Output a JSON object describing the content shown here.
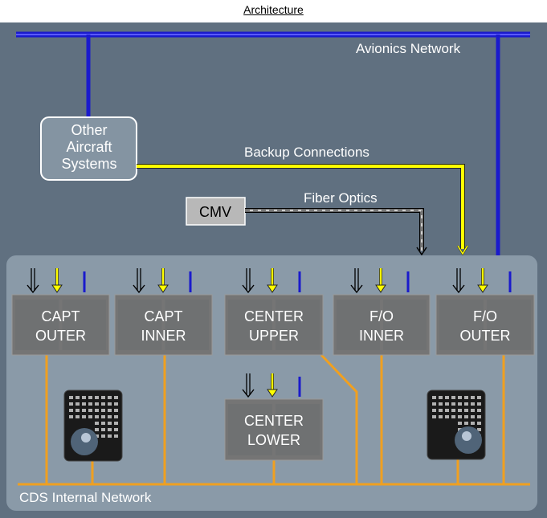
{
  "title": "Architecture",
  "labels": {
    "avionics_network": "Avionics Network",
    "backup_connections": "Backup Connections",
    "fiber_optics": "Fiber Optics",
    "cds_internal_network": "CDS Internal Network"
  },
  "other_systems": {
    "line1": "Other",
    "line2": "Aircraft",
    "line3": "Systems"
  },
  "cmv": "CMV",
  "displays": [
    {
      "line1": "CAPT",
      "line2": "OUTER"
    },
    {
      "line1": "CAPT",
      "line2": "INNER"
    },
    {
      "line1": "CENTER",
      "line2": "UPPER"
    },
    {
      "line1": "F/O",
      "line2": "INNER"
    },
    {
      "line1": "F/O",
      "line2": "OUTER"
    },
    {
      "line1": "CENTER",
      "line2": "LOWER"
    }
  ],
  "colors": {
    "background": "#5f6f7f",
    "avionics_bus": "#1e1ee6",
    "backup": "#ffff00",
    "internal_network": "#f0a020",
    "panel": "#8a9aa8"
  }
}
